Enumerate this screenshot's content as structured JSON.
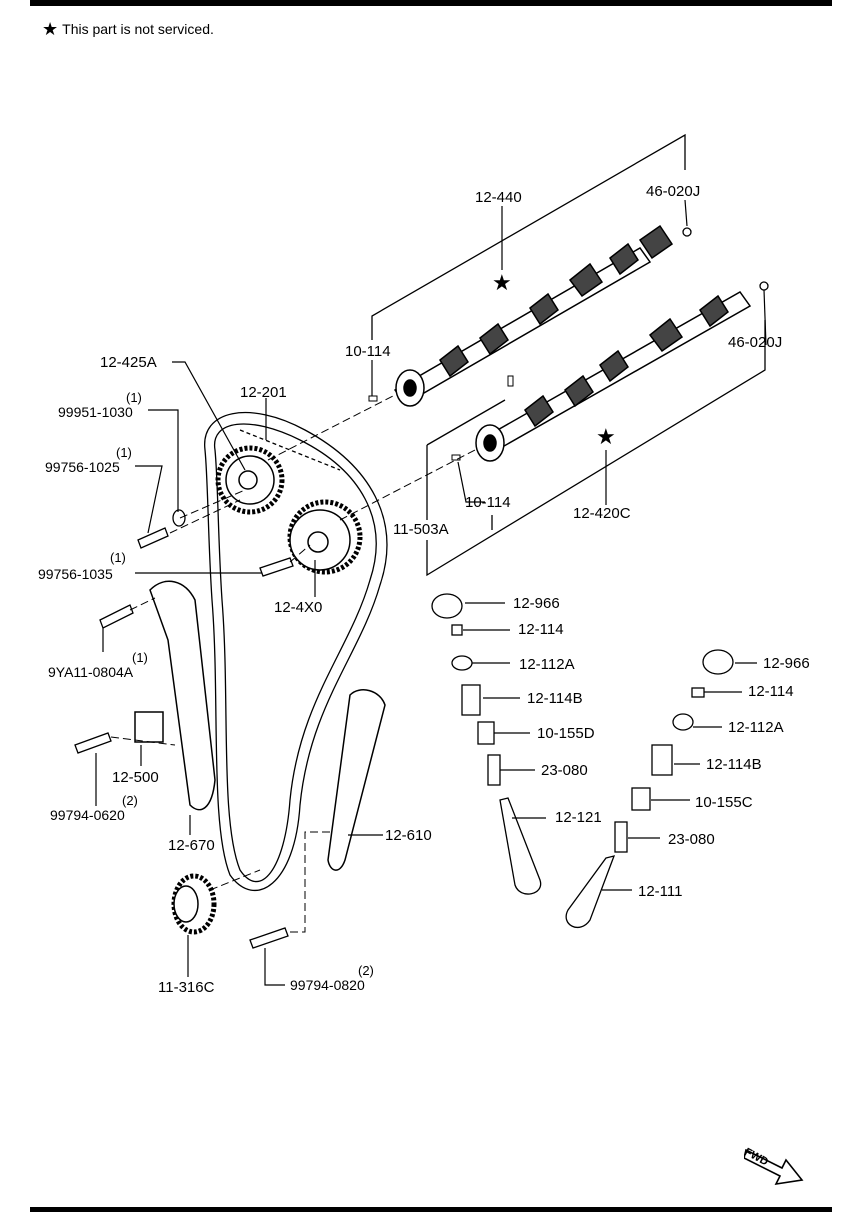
{
  "note": {
    "star": "★",
    "text": "This part is not serviced."
  },
  "labels": {
    "p46_020J_top": "46-020J",
    "p12_440": "12-440",
    "p10_114_top": "10-114",
    "p46_020J_right": "46-020J",
    "p12_425A": "12-425A",
    "p12_201": "12-201",
    "p99951_1030": "99951-1030",
    "p99756_1025": "99756-1025",
    "p99756_1035": "99756-1035",
    "p12_4X0": "12-4X0",
    "p10_114_mid": "10-114",
    "p11_503A": "11-503A",
    "p12_420C": "12-420C",
    "p12_966_a": "12-966",
    "p12_114_a": "12-114",
    "p12_112A_a": "12-112A",
    "p12_114B_a": "12-114B",
    "p10_155D": "10-155D",
    "p23_080_a": "23-080",
    "p12_121": "12-121",
    "p12_966_b": "12-966",
    "p12_114_b": "12-114",
    "p12_112A_b": "12-112A",
    "p12_114B_b": "12-114B",
    "p10_155C": "10-155C",
    "p23_080_b": "23-080",
    "p12_111": "12-111",
    "p9YA11_0804A": "9YA11-0804A",
    "p12_500": "12-500",
    "p99794_0620": "99794-0620",
    "p12_670": "12-670",
    "p12_610": "12-610",
    "p11_316C": "11-316C",
    "p99794_0820": "99794-0820"
  },
  "quantities": {
    "q99951_1030": "(1)",
    "q99756_1025": "(1)",
    "q99756_1035": "(1)",
    "q9YA11_0804A": "(1)",
    "q99794_0620": "(2)",
    "q99794_0820": "(2)"
  },
  "fwd_label": "FWD"
}
